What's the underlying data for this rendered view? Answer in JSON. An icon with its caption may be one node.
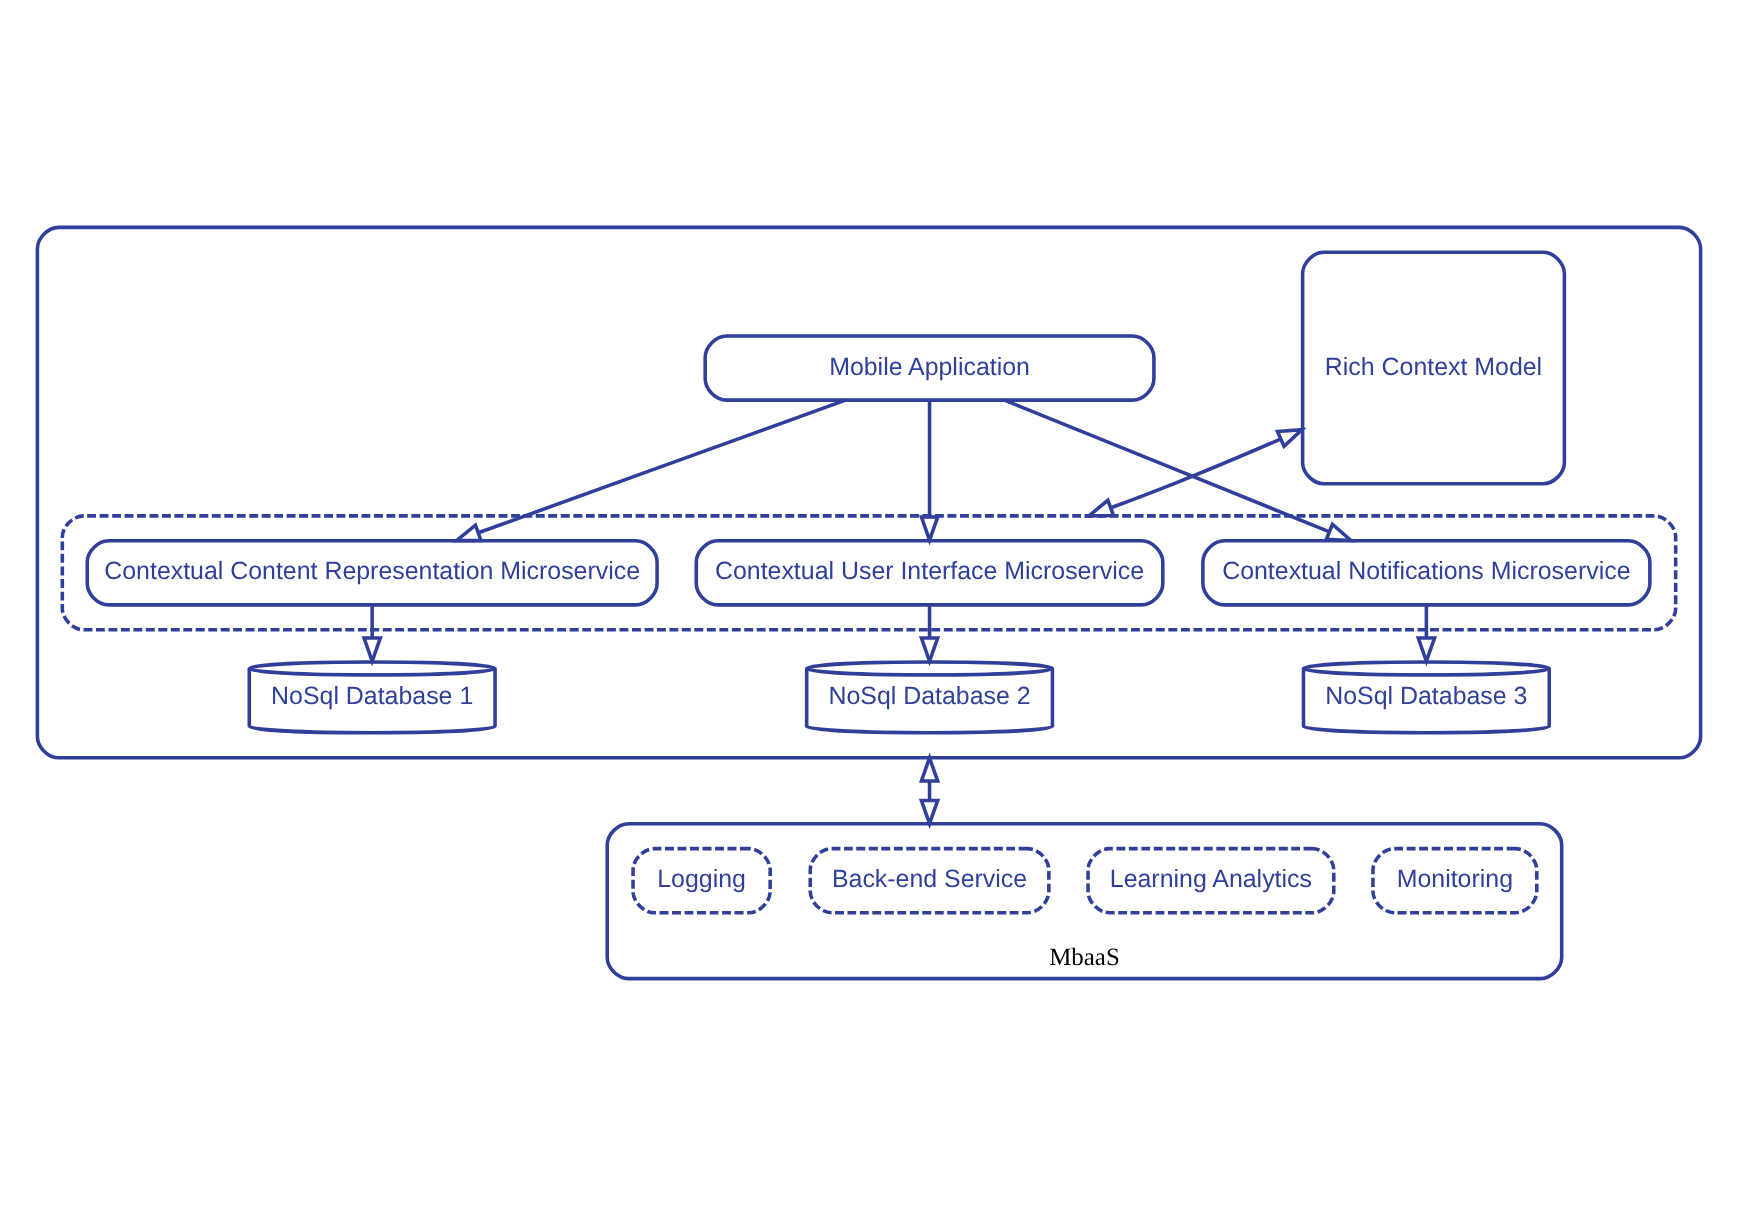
{
  "diagram": {
    "nodes": [
      {
        "text": [],
        "shape": "box"
      },
      {
        "text": [
          "Rich Context Model"
        ],
        "in": 0
      },
      {
        "text": [
          "Mobile Application"
        ],
        "in": 0
      },
      {
        "text": [],
        "shape": "box",
        "in": 0
      },
      {
        "text": [
          "Contextual Content Representation Microservice"
        ],
        "in": 3
      },
      {
        "text": [
          "Contextual User Interface Microservice"
        ],
        "in": 3
      },
      {
        "text": [
          "Contextual Notifications Microservice"
        ],
        "in": 3
      },
      {
        "text": [
          "NoSql Database 1"
        ],
        "in": 0
      },
      {
        "text": [
          "NoSql Database 2"
        ],
        "in": 0
      },
      {
        "text": [
          "NoSql Database 3"
        ],
        "in": 0
      },
      {
        "text": [
          "MbaaS"
        ]
      },
      {
        "text": [
          "Monitoring"
        ],
        "in": 10
      },
      {
        "text": [
          "Learning Analytics"
        ],
        "in": 10
      },
      {
        "text": [
          "Back-end Service"
        ],
        "in": 10
      },
      {
        "text": [
          "Logging"
        ],
        "in": 10
      }
    ],
    "edges": [
      {
        "from": 2,
        "to": 4,
        "arrow": "to"
      },
      {
        "from": 2,
        "to": 5,
        "arrow": "to"
      },
      {
        "from": 2,
        "to": 6,
        "arrow": "to"
      },
      {
        "from": 1,
        "to": 3,
        "arrow": "both"
      },
      {
        "from": 4,
        "to": 7,
        "arrow": "to"
      },
      {
        "from": 5,
        "to": 8,
        "arrow": "to"
      },
      {
        "from": 6,
        "to": 9,
        "arrow": "to"
      },
      {
        "from": 0,
        "to": 10,
        "arrow": "both"
      }
    ]
  }
}
